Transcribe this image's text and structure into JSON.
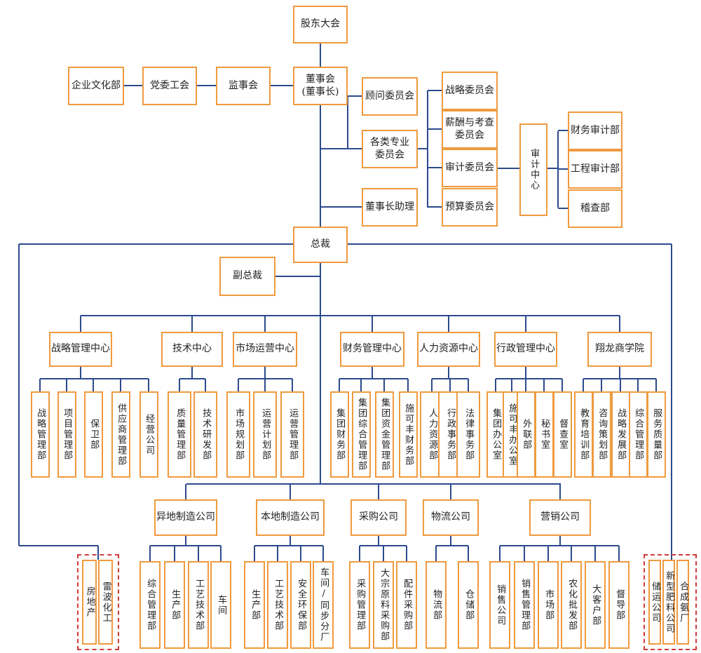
{
  "top": {
    "shareholders": "股东大会",
    "board": "董事会\n(董事长)",
    "culture": "企业文化部",
    "party": "党委工会",
    "supervisors": "监事会",
    "advisory": "顾问委员会",
    "special": "各类专业\n委员会",
    "assistant": "董事长助理",
    "strategy_c": "战略委员会",
    "salary_c": "薪酬与考查\n委员会",
    "audit_c": "审计委员会",
    "budget_c": "预算委员会",
    "audit_center": "审计中心",
    "fin_audit": "财务审计部",
    "eng_audit": "工程审计部",
    "inspect": "稽查部",
    "president": "总裁",
    "vp": "副总裁"
  },
  "centers": [
    {
      "name": "战略管理中心",
      "depts": [
        "战略管理部",
        "项目管理部",
        "保卫部",
        "供应商管理部",
        "经营公司"
      ]
    },
    {
      "name": "技术中心",
      "depts": [
        "质量管理部",
        "技术研发部"
      ]
    },
    {
      "name": "市场运营中心",
      "depts": [
        "市场规划部",
        "运营计划部",
        "运营管理部"
      ]
    },
    {
      "name": "财务管理中心",
      "depts": [
        "集团财务部",
        "集团综合管理部",
        "集团资金管理部",
        "施可丰财务部"
      ]
    },
    {
      "name": "人力资源中心",
      "depts": [
        "人力资源部",
        "行政事务部",
        "法律事务部"
      ]
    },
    {
      "name": "行政管理中心",
      "depts": [
        "集团办公室",
        "施可丰办公室",
        "外联部",
        "秘书室",
        "督查室"
      ]
    },
    {
      "name": "翔龙商学院",
      "depts": [
        "教育培训部",
        "咨询策划部",
        "战略发展部",
        "综合管理部",
        "服务质量部"
      ]
    }
  ],
  "companies": [
    {
      "name": "异地制造公司",
      "depts": [
        "综合管理部",
        "生产部",
        "工艺技术部",
        "车间"
      ]
    },
    {
      "name": "本地制造公司",
      "depts": [
        "生产部",
        "工艺技术部",
        "安全环保部",
        "车间/同步分厂"
      ]
    },
    {
      "name": "采购公司",
      "depts": [
        "采购管理部",
        "大宗原料采购部",
        "配件采购部"
      ]
    },
    {
      "name": "物流公司",
      "depts": [
        "物流部",
        "仓储部"
      ]
    },
    {
      "name": "营销公司",
      "depts": [
        "销售公司",
        "销售管理部",
        "市场部",
        "农化批发部",
        "大客户部",
        "督导部"
      ]
    }
  ],
  "left_group": [
    "房地产",
    "雷波化工"
  ],
  "right_group": [
    "储运公司",
    "新型肥料公司",
    "合成氨厂"
  ],
  "colors": {
    "box_border": "#ef9a3e",
    "line": "#2c4a8e",
    "dashed": "#d23a3a"
  }
}
